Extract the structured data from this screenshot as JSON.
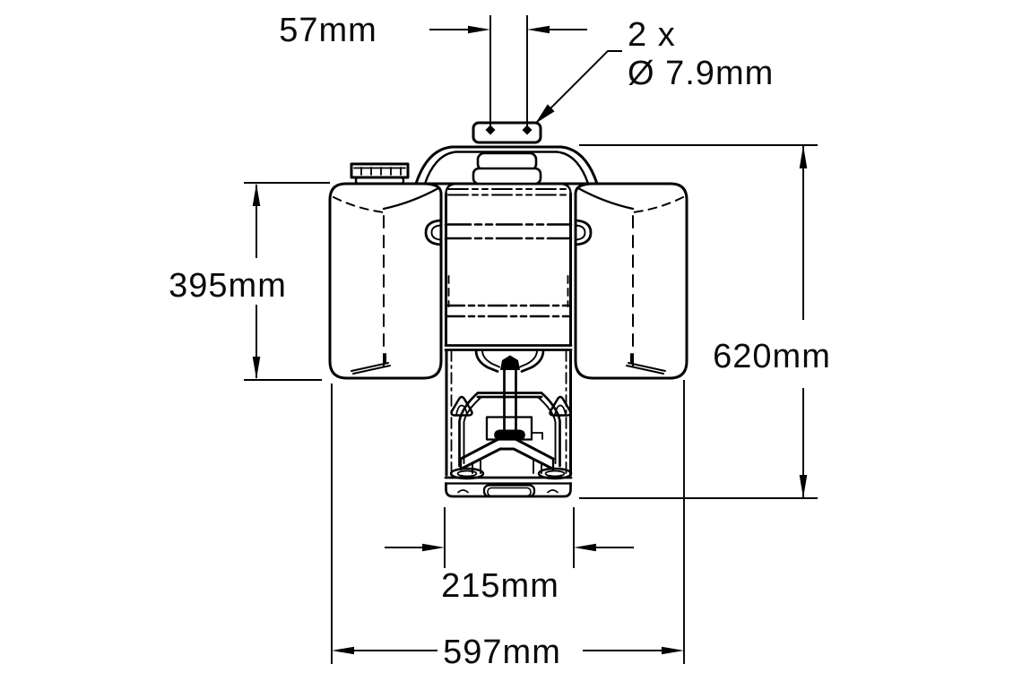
{
  "drawing": {
    "background_color": "#ffffff",
    "line_color": "#000000",
    "labels": {
      "hole_spacing": "57mm",
      "hole_count": "2 x",
      "hole_diameter": "Ø 7.9mm",
      "tank_height": "395mm",
      "overall_height": "620mm",
      "inner_width": "215mm",
      "overall_width": "597mm"
    }
  }
}
